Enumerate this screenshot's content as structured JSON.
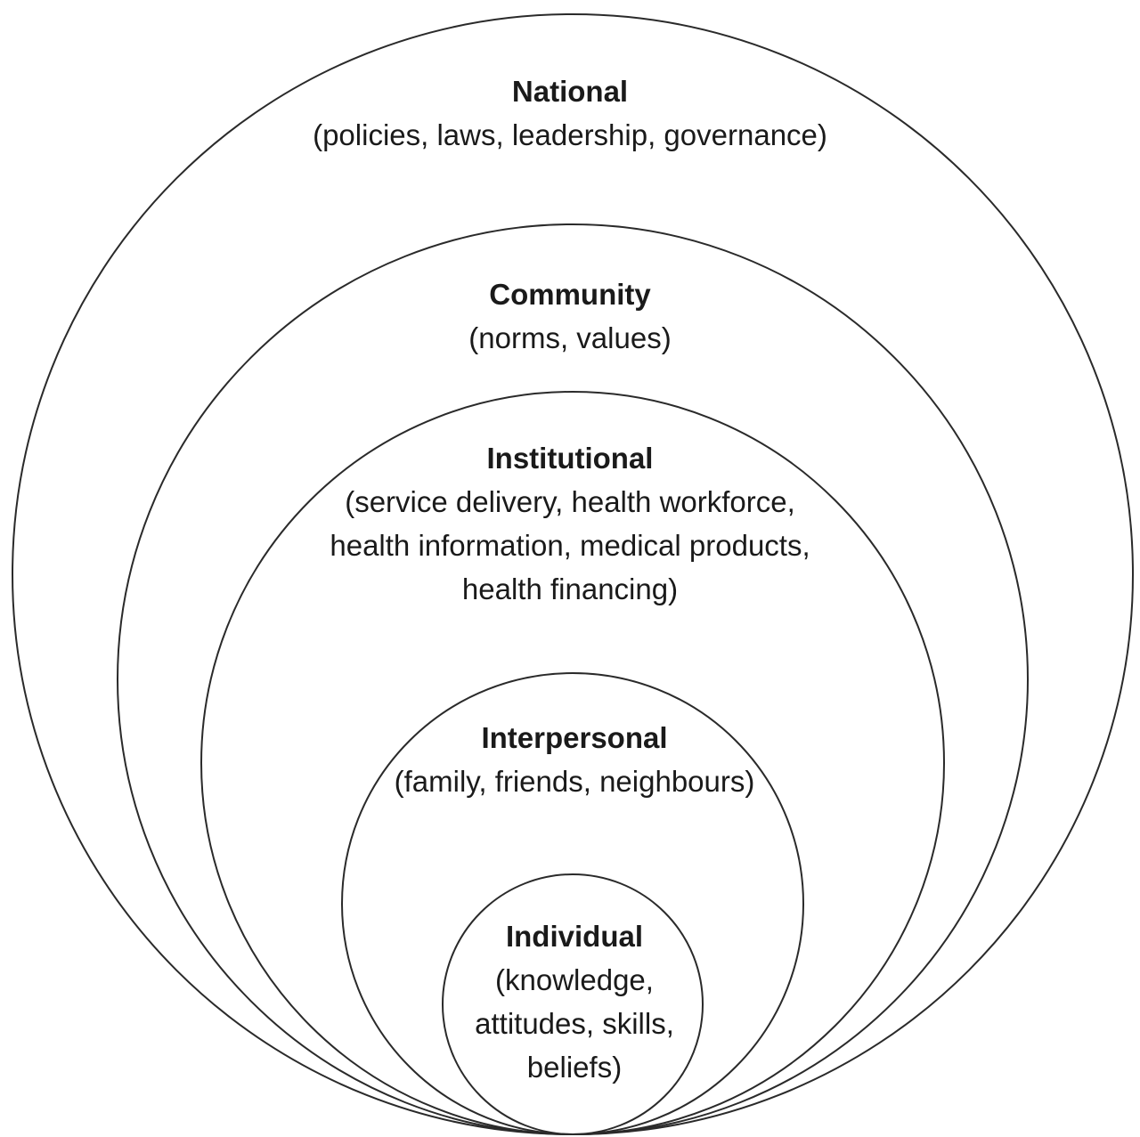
{
  "levels": [
    {
      "title": "National",
      "description": "(policies, laws, leadership, governance)"
    },
    {
      "title": "Community",
      "description": "(norms, values)"
    },
    {
      "title": "Institutional",
      "description": "(service delivery, health workforce, health information, medical products, health financing)"
    },
    {
      "title": "Interpersonal",
      "description": "(family, friends, neighbours)"
    },
    {
      "title": "Individual",
      "description": "(knowledge, attitudes, skills, beliefs)"
    }
  ]
}
